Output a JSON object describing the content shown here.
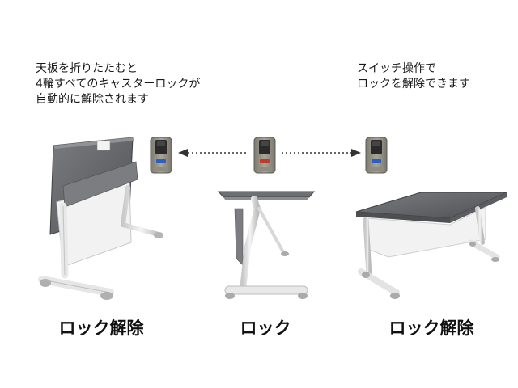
{
  "notes": {
    "left": [
      "天板を折りたたむと",
      "4輪すべてのキャスターロックが",
      "自動的に解除されます"
    ],
    "right": [
      "スイッチ操作で",
      "ロックを解除できます"
    ]
  },
  "captions": {
    "left": "ロック解除",
    "middle": "ロック",
    "right": "ロック解除"
  },
  "colors": {
    "unlock_indicator": "#2a5fc4",
    "lock_indicator": "#c0392b",
    "tabletop": "#6b6d70",
    "frame": "#dcdcdc",
    "panel": "#f2f2f2"
  },
  "icons": [
    "switch-unlocked-icon",
    "switch-locked-icon",
    "switch-unlocked-icon",
    "arrow-left-icon",
    "arrow-right-icon"
  ]
}
